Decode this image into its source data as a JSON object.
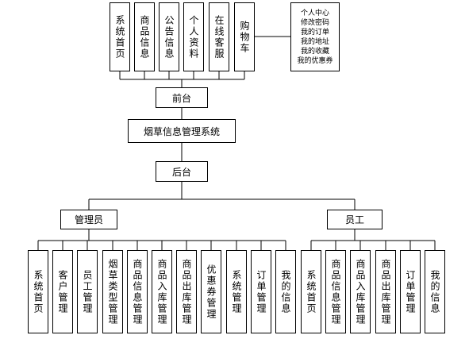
{
  "top_row": [
    {
      "label": "系统首页"
    },
    {
      "label": "商品信息"
    },
    {
      "label": "公告信息"
    },
    {
      "label": "个人资料"
    },
    {
      "label": "在线客服"
    },
    {
      "label": "购物车"
    }
  ],
  "personal_center": {
    "items": [
      "个人中心",
      "修改密码",
      "我的订单",
      "我的地址",
      "我的收藏",
      "我的优惠券"
    ]
  },
  "front": {
    "label": "前台"
  },
  "system": {
    "label": "烟草信息管理系统"
  },
  "back": {
    "label": "后台"
  },
  "admin": {
    "label": "管理员",
    "children": [
      {
        "label": "系统首页"
      },
      {
        "label": "客户管理"
      },
      {
        "label": "员工管理"
      },
      {
        "label": "烟草类型管理"
      },
      {
        "label": "商品信息管理"
      },
      {
        "label": "商品入库管理"
      },
      {
        "label": "商品出库管理"
      },
      {
        "label": "优惠券管理"
      },
      {
        "label": "系统管理"
      },
      {
        "label": "订单管理"
      },
      {
        "label": "我的信息"
      }
    ]
  },
  "staff": {
    "label": "员工",
    "children": [
      {
        "label": "系统首页"
      },
      {
        "label": "商品信息管理"
      },
      {
        "label": "商品入库管理"
      },
      {
        "label": "商品出库管理"
      },
      {
        "label": "订单管理"
      },
      {
        "label": "我的信息"
      }
    ]
  }
}
